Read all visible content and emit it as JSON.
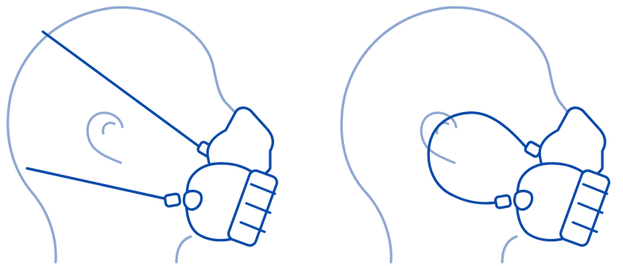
{
  "illustration": {
    "panels": [
      {
        "id": "crossed-straps",
        "strap_style": "two-straps-behind-head"
      },
      {
        "id": "cradle-strap",
        "strap_style": "head-cradle"
      }
    ]
  },
  "colors": {
    "head_outline": "#8fa8d2",
    "mask": "#0a4aa8",
    "background": "#ffffff"
  },
  "icons": [
    "head-silhouette-icon",
    "respirator-mask-icon",
    "ear-icon",
    "filter-cartridge-icon"
  ]
}
